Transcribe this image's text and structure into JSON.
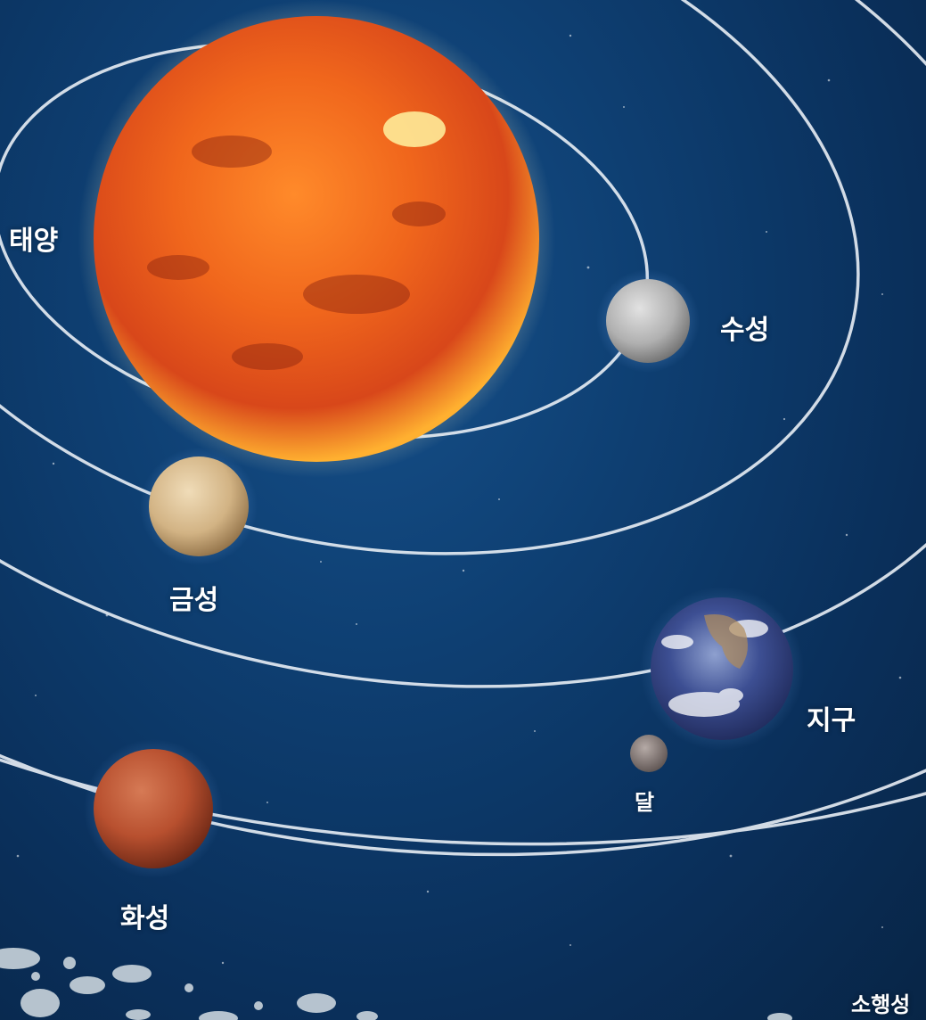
{
  "labels": {
    "sun": "태양",
    "mercury": "수성",
    "venus": "금성",
    "earth": "지구",
    "moon": "달",
    "mars": "화성",
    "asteroids": "소행성"
  },
  "colors": {
    "space": "#0e3f72",
    "orbit": "#e8eef5",
    "sun": "#f0661c",
    "mercury": "#b9b9b9",
    "venus": "#d9bf95",
    "earth": "#3d4f93",
    "moon": "#8a7f7c",
    "mars": "#b8502f",
    "asteroid": "#c9d4dc"
  }
}
